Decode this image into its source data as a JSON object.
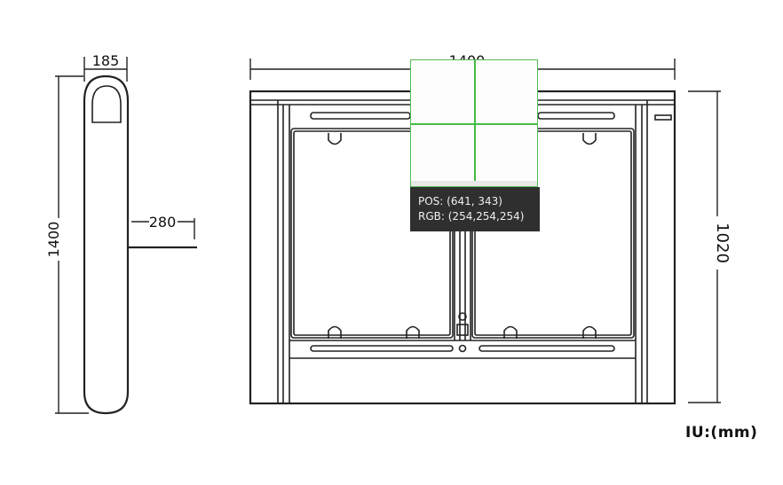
{
  "dimensions": {
    "side_width": "185",
    "side_height": "1400",
    "arm_length": "280",
    "front_width": "1400",
    "front_height": "1020"
  },
  "unit_label": "IU:(mm)",
  "inspector": {
    "pos_label": "POS:",
    "pos_value": "(641, 343)",
    "rgb_label": "RGB:",
    "rgb_value": "(254,254,254)"
  },
  "colors": {
    "line": "#222222",
    "crosshair": "#44bb44",
    "tooltip_bg": "#2f2f2f"
  }
}
